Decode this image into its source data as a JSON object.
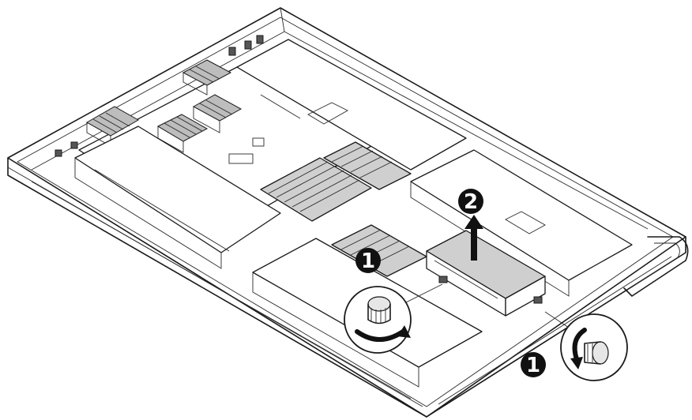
{
  "steps": {
    "step_1_left": "1",
    "step_2_lift": "2",
    "step_1_right": "1"
  },
  "colors": {
    "line": "#1a1a1a",
    "shade": "#cfcfcf",
    "callout_fill": "#111111",
    "background": "#ffffff"
  },
  "icons": {
    "lift_arrow": "arrow-up-icon",
    "rotate_left": "rotate-counterclockwise-icon",
    "rotate_right": "rotate-clockwise-icon"
  }
}
